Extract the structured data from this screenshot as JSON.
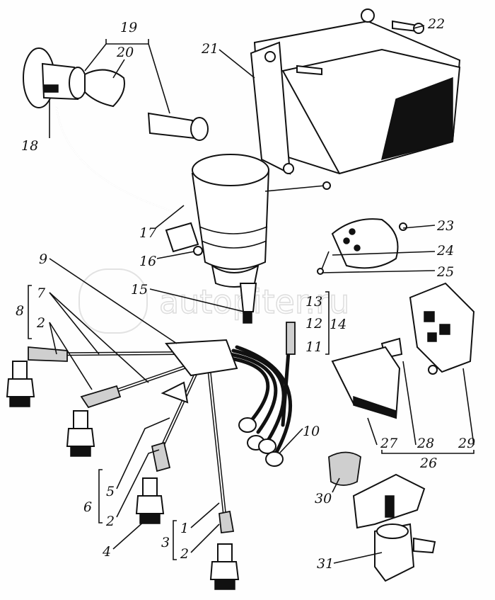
{
  "watermark": "autopiter.ru",
  "labels": {
    "l19": "19",
    "l20": "20",
    "l22": "22",
    "l21": "21",
    "l18": "18",
    "l17": "17",
    "l16": "16",
    "l23": "23",
    "l24": "24",
    "l25": "25",
    "l9": "9",
    "l15": "15",
    "l7": "7",
    "l8": "8",
    "l2a": "2",
    "l13": "13",
    "l12": "12",
    "l14": "14",
    "l11": "11",
    "l10": "10",
    "l27": "27",
    "l28": "28",
    "l29": "29",
    "l26": "26",
    "l5": "5",
    "l6": "6",
    "l2b": "2",
    "l4": "4",
    "l3": "3",
    "l1": "1",
    "l2c": "2",
    "l30": "30",
    "l31": "31"
  }
}
